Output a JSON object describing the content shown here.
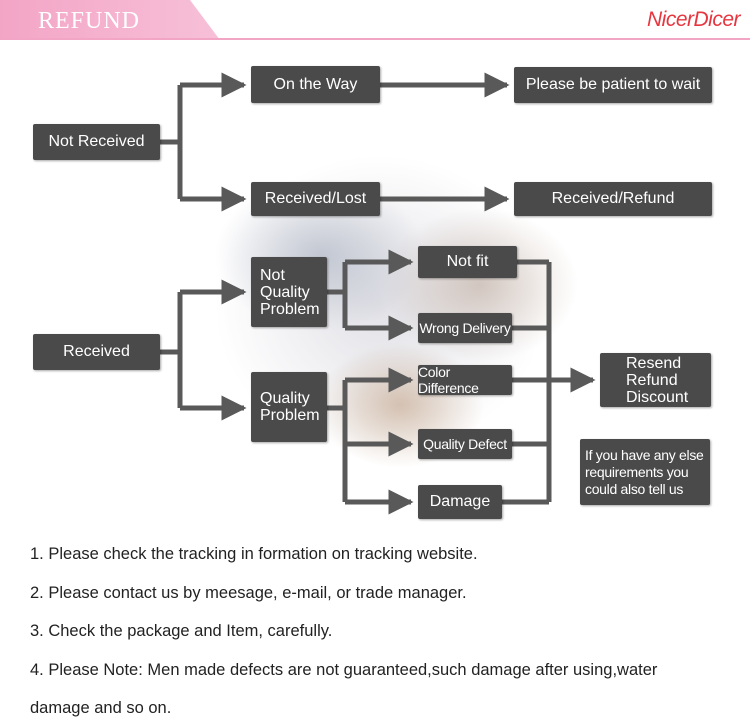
{
  "header": {
    "title": "REFUND",
    "brand": "NicerDicer"
  },
  "diagram": {
    "not_received": "Not Received",
    "on_the_way": "On the Way",
    "patient": "Please be patient to wait",
    "received_lost": "Received/Lost",
    "received_refund": "Received/Refund",
    "received": "Received",
    "not_quality": [
      "Not",
      "Quality",
      "Problem"
    ],
    "quality": [
      "Quality",
      "Problem"
    ],
    "not_fit": "Not fit",
    "wrong_delivery": "Wrong Delivery",
    "color_difference": "Color Difference",
    "quality_defect": "Quality Defect",
    "damage": "Damage",
    "resend": [
      "Resend",
      "Refund",
      "Discount"
    ],
    "else": [
      "If you have any else",
      "requirements you",
      "could also tell us"
    ]
  },
  "notes": [
    "1. Please check the tracking in formation on tracking website.",
    "2. Please contact us by meesage, e-mail, or trade manager.",
    "3. Check the package and Item, carefully.",
    "4. Please Note: Men made defects  are not guaranteed,such damage after using,water",
    "damage and so on."
  ],
  "colors": {
    "box": "#4a4a4a",
    "connector": "#595959",
    "header_pink": "#f3a5c6",
    "brand_red": "#e7363f"
  }
}
